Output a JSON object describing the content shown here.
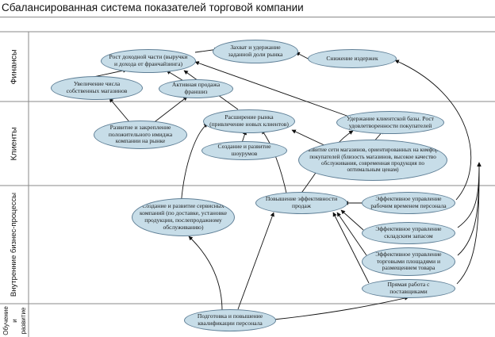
{
  "title": "Сбалансированная система показателей торговой компании",
  "bands": {
    "finance": "Финансы",
    "clients": "Клиенты",
    "processes": "Внутренние бизнес-процессы",
    "learning": "Обучение и развитие"
  },
  "nodes": {
    "capture_share": "Захват и удержание заданной доли рынка",
    "revenue_growth": "Рост доходной части (выручки и дохода от франчайзинга)",
    "cost_reduction": "Снижение издержек",
    "more_stores": "Увеличение числа собственных магазинов",
    "franchise_sales": "Активная продажа франшиз",
    "market_expansion": "Расширение рынка (привлечение новых клиентов)",
    "client_retention": "Удержание клиентской базы. Рост удовлетворенности покупателей",
    "brand_image": "Развитие и закрепление положительного имиджа компании на рынке",
    "showrooms": "Создание и развитие шоурумов",
    "store_network": "Развитие сети магазинов, ориентированных на комфорт покупателей (близость магазинов, высокое качество обслуживания, современная продукция по оптимальным ценам)",
    "service_companies": "Создание и развитие сервисных компаний (по доставке, установке продукции, послепродажному обслуживанию)",
    "sales_efficiency": "Повышение эффективности продаж",
    "work_time": "Эффективное управление рабочим временем персонала",
    "warehouse": "Эффективное управление складским запасом",
    "retail_space": "Эффективное управление торговыми площадями и размещением товара",
    "suppliers": "Прямая работа с поставщиками",
    "staff_training": "Подготовка и повышение квалификации персонала"
  }
}
